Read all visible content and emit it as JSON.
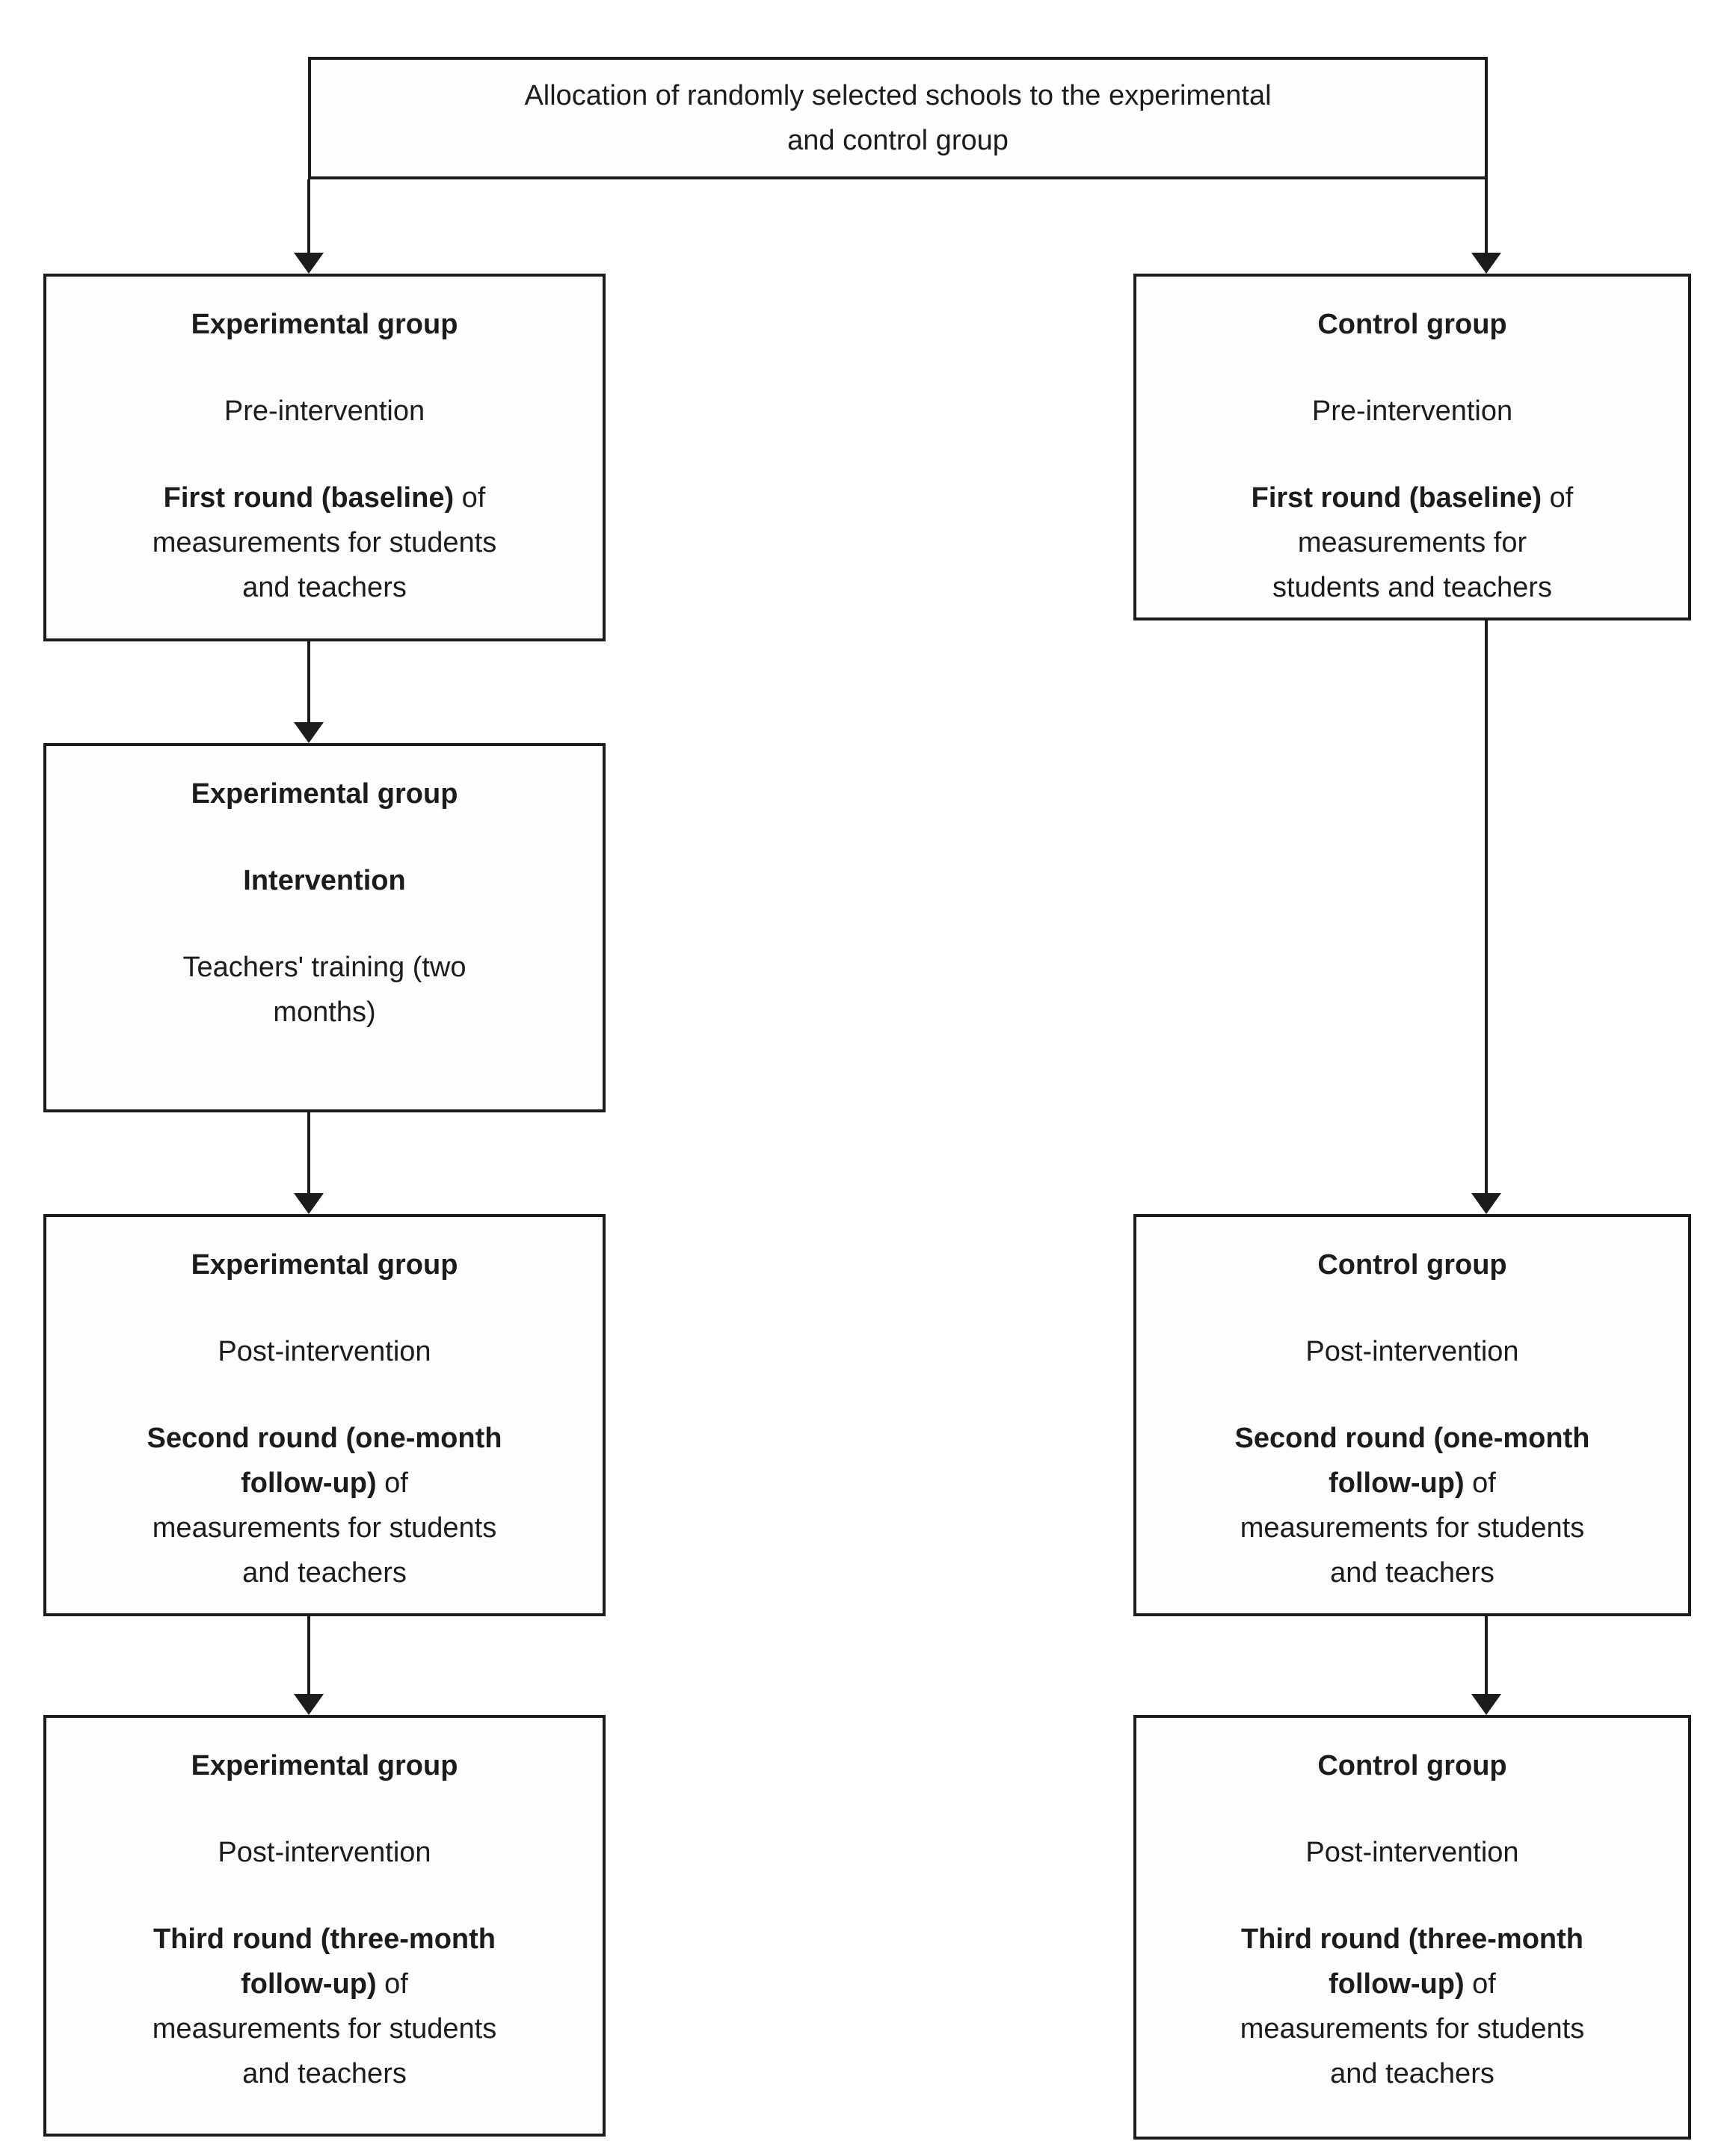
{
  "colors": {
    "page_bg": "#ffffff",
    "box_bg": "#fdfdfd",
    "border": "#1c1c1c",
    "text": "#1c1c1c"
  },
  "icons": {
    "down_arrowhead": "solid black triangle pointing down (css border shape)"
  },
  "top_box": {
    "paragraphs": [
      [
        [
          {
            "t": "Allocation of randomly selected schools to the experimental"
          }
        ],
        [
          {
            "t": "and control group"
          }
        ]
      ]
    ]
  },
  "experimental_column": {
    "boxes": [
      {
        "paragraphs": [
          [
            [
              {
                "t": "Experimental group",
                "b": true
              }
            ]
          ],
          [
            [
              {
                "t": "Pre-intervention"
              }
            ]
          ],
          [
            [
              {
                "t": "First round (baseline)",
                "b": true
              },
              {
                "t": " of"
              }
            ],
            [
              {
                "t": "measurements for students"
              }
            ],
            [
              {
                "t": "and teachers"
              }
            ]
          ]
        ]
      },
      {
        "paragraphs": [
          [
            [
              {
                "t": "Experimental group",
                "b": true
              }
            ]
          ],
          [
            [
              {
                "t": "Intervention",
                "b": true
              }
            ]
          ],
          [
            [
              {
                "t": "Teachers' training (two"
              }
            ],
            [
              {
                "t": "months)"
              }
            ]
          ]
        ]
      },
      {
        "paragraphs": [
          [
            [
              {
                "t": "Experimental group",
                "b": true
              }
            ]
          ],
          [
            [
              {
                "t": "Post-intervention"
              }
            ]
          ],
          [
            [
              {
                "t": "Second round (one-month",
                "b": true
              }
            ],
            [
              {
                "t": "follow-up)",
                "b": true
              },
              {
                "t": " of"
              }
            ],
            [
              {
                "t": "measurements for students"
              }
            ],
            [
              {
                "t": "and teachers"
              }
            ]
          ]
        ]
      },
      {
        "paragraphs": [
          [
            [
              {
                "t": "Experimental group",
                "b": true
              }
            ]
          ],
          [
            [
              {
                "t": "Post-intervention"
              }
            ]
          ],
          [
            [
              {
                "t": "Third round (three-month",
                "b": true
              }
            ],
            [
              {
                "t": "follow-up)",
                "b": true
              },
              {
                "t": " of"
              }
            ],
            [
              {
                "t": "measurements for students"
              }
            ],
            [
              {
                "t": "and teachers"
              }
            ]
          ]
        ]
      }
    ]
  },
  "control_column": {
    "boxes": [
      {
        "paragraphs": [
          [
            [
              {
                "t": "Control group",
                "b": true
              }
            ]
          ],
          [
            [
              {
                "t": "Pre-intervention"
              }
            ]
          ],
          [
            [
              {
                "t": "First round (baseline)",
                "b": true
              },
              {
                "t": " of"
              }
            ],
            [
              {
                "t": "measurements for"
              }
            ],
            [
              {
                "t": "students and teachers"
              }
            ]
          ]
        ]
      },
      {
        "paragraphs": [
          [
            [
              {
                "t": "Control group",
                "b": true
              }
            ]
          ],
          [
            [
              {
                "t": "Post-intervention"
              }
            ]
          ],
          [
            [
              {
                "t": "Second round (one-month",
                "b": true
              }
            ],
            [
              {
                "t": "follow-up)",
                "b": true
              },
              {
                "t": " of"
              }
            ],
            [
              {
                "t": "measurements for students"
              }
            ],
            [
              {
                "t": "and teachers"
              }
            ]
          ]
        ]
      },
      {
        "paragraphs": [
          [
            [
              {
                "t": "Control group",
                "b": true
              }
            ]
          ],
          [
            [
              {
                "t": "Post-intervention"
              }
            ]
          ],
          [
            [
              {
                "t": "Third round (three-month",
                "b": true
              }
            ],
            [
              {
                "t": "follow-up)",
                "b": true
              },
              {
                "t": " of"
              }
            ],
            [
              {
                "t": "measurements for students"
              }
            ],
            [
              {
                "t": "and teachers"
              }
            ]
          ]
        ]
      }
    ]
  }
}
